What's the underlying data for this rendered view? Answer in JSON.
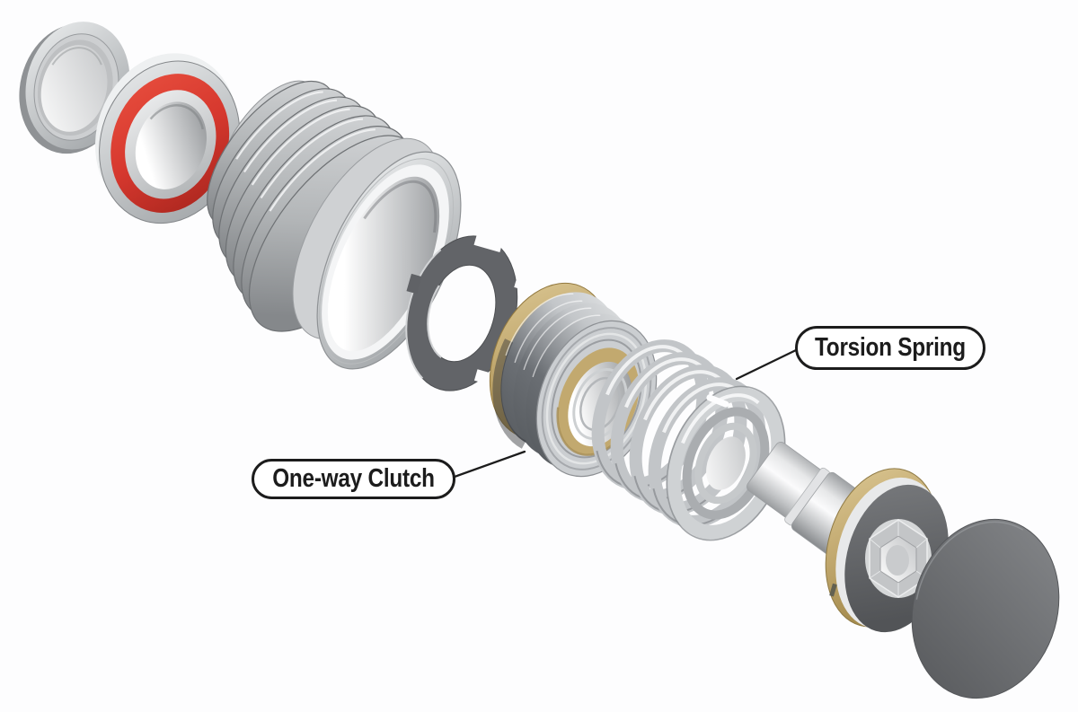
{
  "figure": {
    "type": "exploded-view-diagram"
  },
  "callouts": {
    "torsion_spring": "Torsion Spring",
    "one_way_clutch": "One-way Clutch"
  },
  "parts": [
    "dust-cover-ring",
    "sealed-bearing",
    "ribbed-pulley",
    "retainer-washer",
    "one-way-clutch",
    "torsion-spring",
    "hub-shaft",
    "flange-bushing",
    "end-cap"
  ],
  "colors": {
    "background": "#fdfdfe",
    "label_ink": "#1c1c1c",
    "label_bg": "#ffffff",
    "seal_red": "#d6382e",
    "brass": "#c2a96f",
    "brass_light": "#d8c28c",
    "brass_dark": "#a08648",
    "metal_light": "#eef0f1",
    "metal_mid": "#c5c7c9",
    "metal_dark": "#8a8d90",
    "face_dark": "#5f6164",
    "cap_grey": "#6b6d70"
  }
}
